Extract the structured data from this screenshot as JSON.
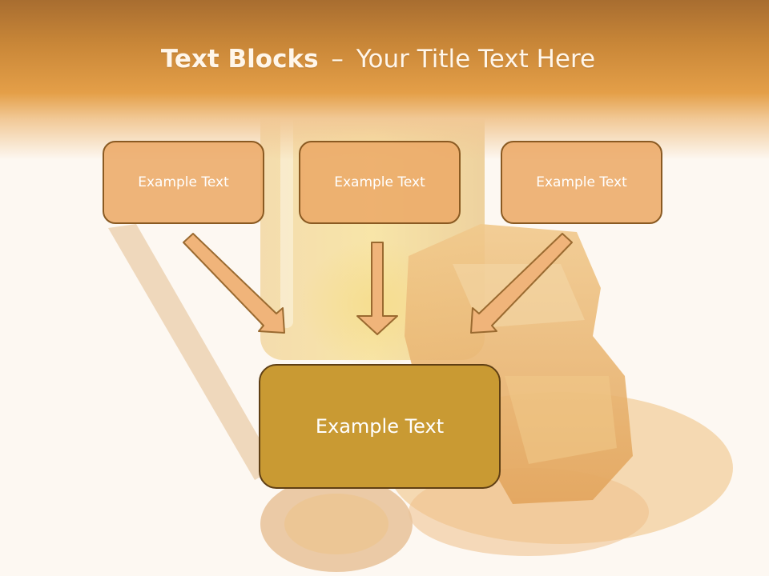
{
  "slide": {
    "title_bold": "Text Blocks",
    "title_dash": "–",
    "title_rest": "Your Title Text Here"
  },
  "blocks": {
    "top": [
      "Example Text",
      "Example Text",
      "Example Text"
    ],
    "bottom": "Example Text"
  },
  "colors": {
    "header_orange": "#e49f48",
    "block_fill": "#ecaa68",
    "block_border": "#8a5a22",
    "main_block_fill": "#c99a33",
    "main_block_border": "#5f3f14",
    "arrow_fill": "#f0b47a",
    "arrow_stroke": "#9a6a30"
  },
  "icons": [
    "arrow-down-right-icon",
    "arrow-down-icon",
    "arrow-down-left-icon"
  ]
}
